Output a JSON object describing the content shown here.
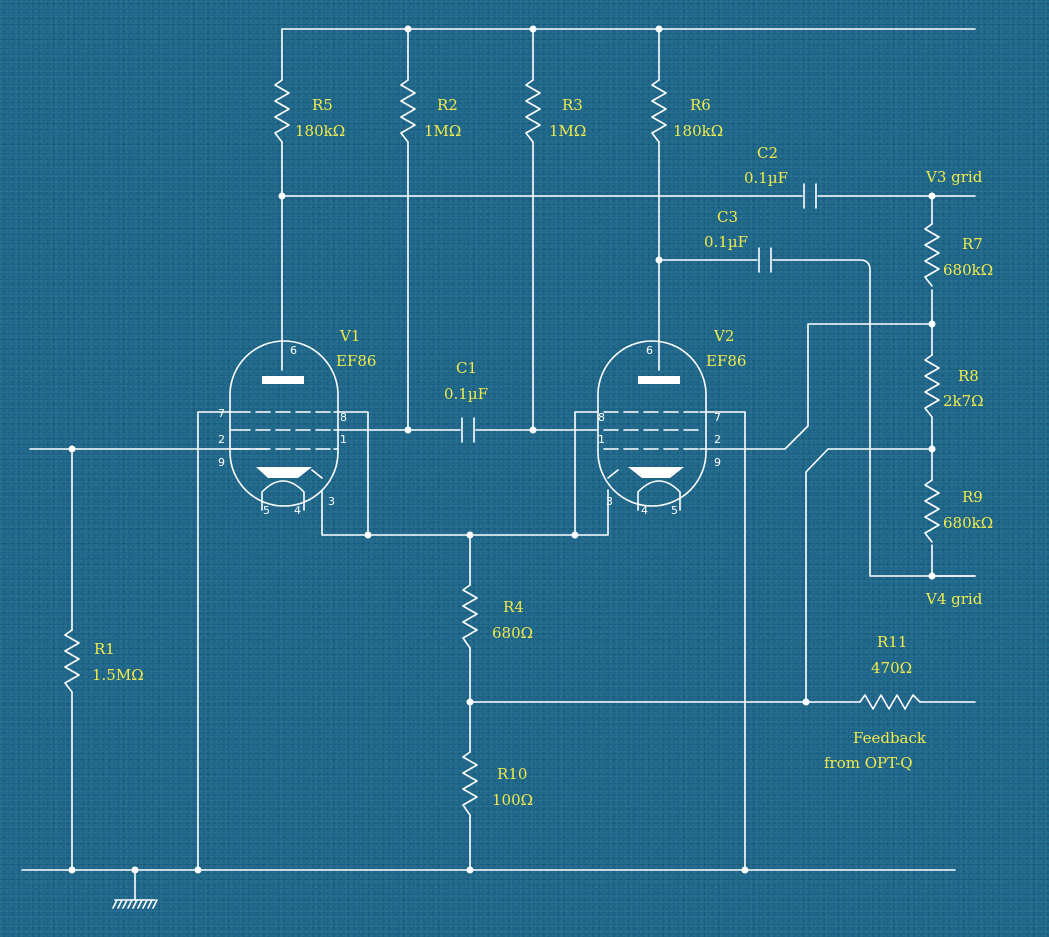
{
  "components": {
    "R1": {
      "ref": "R1",
      "value": "1.5MΩ"
    },
    "R2": {
      "ref": "R2",
      "value": "1MΩ"
    },
    "R3": {
      "ref": "R3",
      "value": "1MΩ"
    },
    "R4": {
      "ref": "R4",
      "value": "680Ω"
    },
    "R5": {
      "ref": "R5",
      "value": "180kΩ"
    },
    "R6": {
      "ref": "R6",
      "value": "180kΩ"
    },
    "R7": {
      "ref": "R7",
      "value": "680kΩ"
    },
    "R8": {
      "ref": "R8",
      "value": "2k7Ω"
    },
    "R9": {
      "ref": "R9",
      "value": "680kΩ"
    },
    "R10": {
      "ref": "R10",
      "value": "100Ω"
    },
    "R11": {
      "ref": "R11",
      "value": "470Ω"
    },
    "C1": {
      "ref": "C1",
      "value": "0.1µF"
    },
    "C2": {
      "ref": "C2",
      "value": "0.1µF"
    },
    "C3": {
      "ref": "C3",
      "value": "0.1µF"
    },
    "V1": {
      "ref": "V1",
      "type": "EF86"
    },
    "V2": {
      "ref": "V2",
      "type": "EF86"
    }
  },
  "terminals": {
    "v3_grid": "V3 grid",
    "v4_grid": "V4 grid",
    "feedback_line1": "Feedback",
    "feedback_line2": "from OPT-Q"
  },
  "pins": {
    "v1": {
      "p6": "6",
      "p7": "7",
      "p8": "8",
      "p2": "2",
      "p1": "1",
      "p9": "9",
      "p3": "3",
      "p5": "5",
      "p4": "4"
    },
    "v2": {
      "p6": "6",
      "p8": "8",
      "p7": "7",
      "p1": "1",
      "p2": "2",
      "p9": "9",
      "p3": "3",
      "p4": "4",
      "p5": "5"
    }
  }
}
